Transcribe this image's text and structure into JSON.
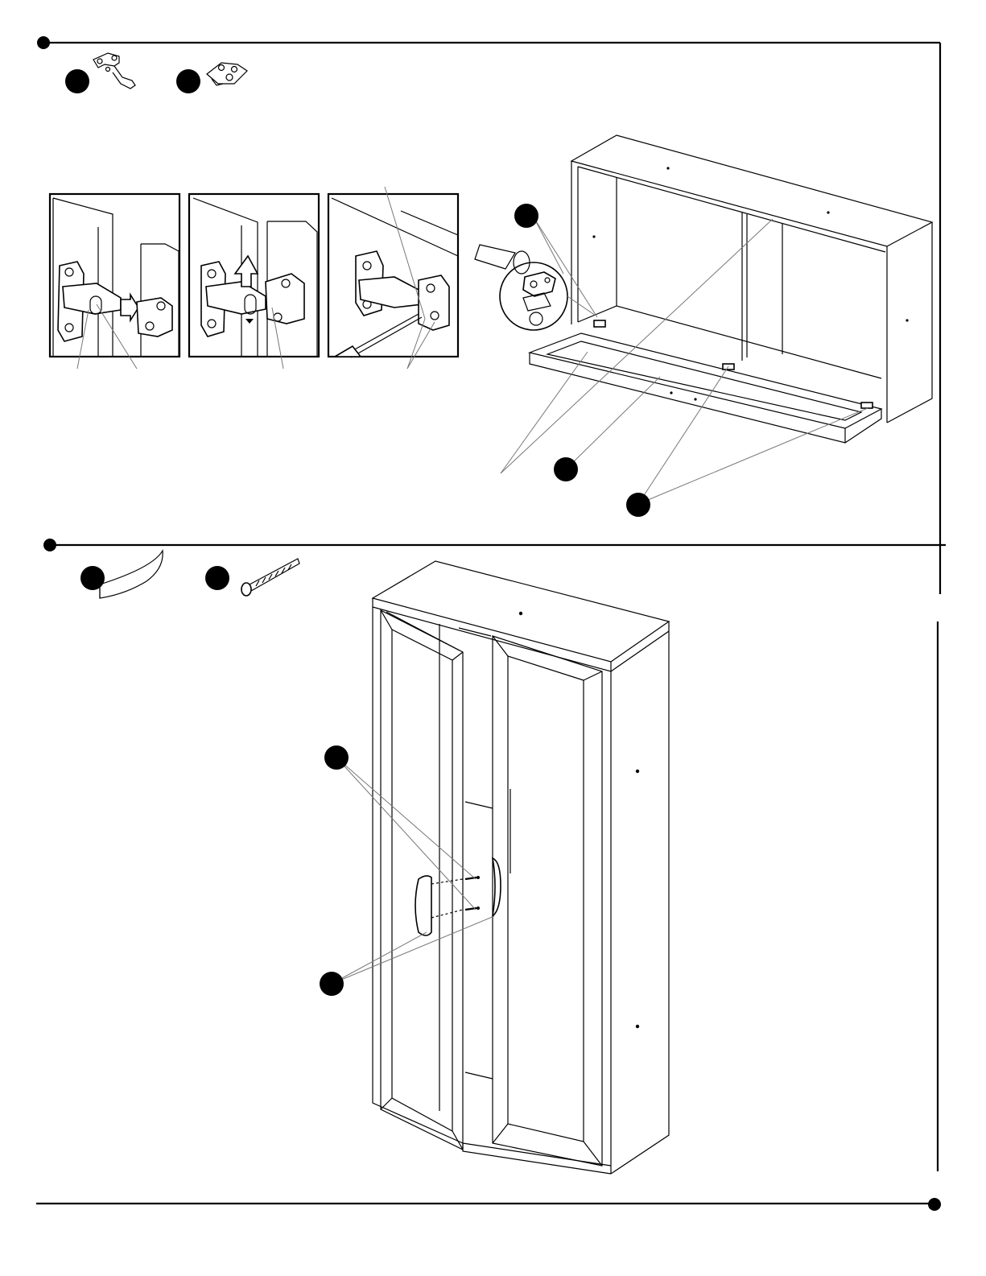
{
  "document": {
    "type": "assembly-instructions-page",
    "steps": [
      {
        "parts": [
          {
            "icon": "cup-hinge-icon"
          },
          {
            "icon": "hinge-mounting-plate-icon"
          }
        ],
        "detail_panels": 3,
        "illustration": "hinge-attach-top-door-to-wall-cabinet"
      },
      {
        "parts": [
          {
            "icon": "door-handle-icon"
          },
          {
            "icon": "handle-screw-icon"
          }
        ],
        "illustration": "handle-attach-to-cabinet-doors"
      }
    ]
  },
  "colors": {
    "line": "#000000",
    "leader": "#777777",
    "background": "#ffffff"
  }
}
